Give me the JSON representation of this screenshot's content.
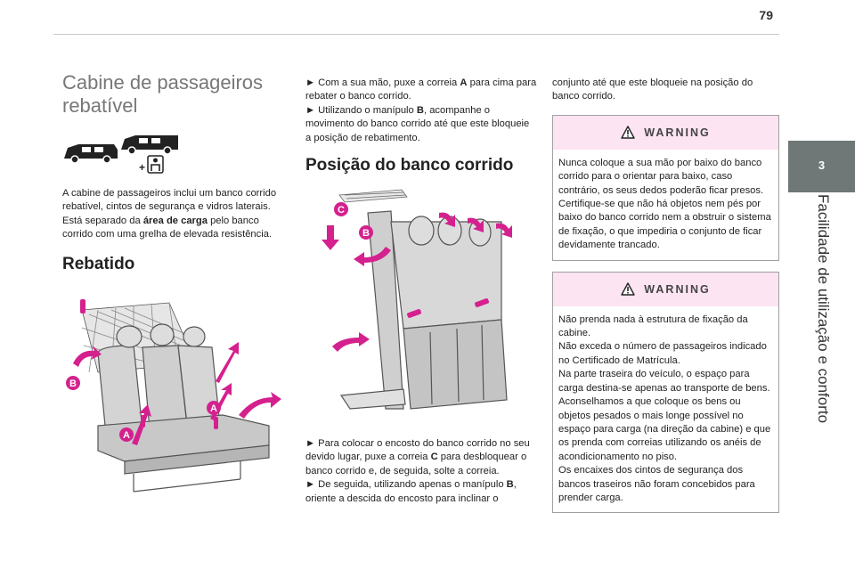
{
  "page": {
    "number": "79",
    "chapter_number": "3",
    "chapter_title": "Facilidade de utilização e conforto"
  },
  "left": {
    "title": "Cabine de passageiros rebatível",
    "intro_pre": "A cabine de passageiros inclui um banco corrido rebatível, cintos de segurança e vidros laterais. Está separado da ",
    "intro_bold": "área de carga",
    "intro_post": " pelo banco corrido com uma grelha de elevada resistência.",
    "heading_rebatido": "Rebatido",
    "figure_labels": {
      "a1": "A",
      "a2": "A",
      "b": "B"
    }
  },
  "middle": {
    "step1_pre": "► Com a sua mão, puxe a correia ",
    "step1_bold": "A",
    "step1_post": " para cima para rebater o banco corrido.",
    "step2_pre": "► Utilizando o manípulo ",
    "step2_bold": "B",
    "step2_post": ", acompanhe o movimento do banco corrido até que este bloqueie a posição de rebatimento.",
    "heading_posicao": "Posição do banco corrido",
    "figure_labels": {
      "b": "B",
      "c": "C"
    },
    "step3_pre": "► Para colocar o encosto do banco corrido no seu devido lugar, puxe a correia  ",
    "step3_bold": "C",
    "step3_post": " para desbloquear o banco corrido e, de seguida, solte a correia.",
    "step4_pre": "► De seguida, utilizando apenas o manípulo ",
    "step4_bold": "B",
    "step4_post": ", oriente a descida do encosto para inclinar o"
  },
  "right": {
    "continuation": "conjunto até que este bloqueie na posição do banco corrido.",
    "warning1": {
      "label": "WARNING",
      "line1": "Nunca coloque a sua mão por baixo do banco corrido para o orientar para baixo, caso contrário, os seus dedos poderão ficar presos.",
      "line2": "Certifique-se que não há objetos nem pés por baixo do banco corrido nem a obstruir o sistema de fixação, o que impediria o conjunto de ficar devidamente trancado."
    },
    "warning2": {
      "label": "WARNING",
      "line1": "Não prenda nada à estrutura de fixação da cabine.",
      "line2": "Não exceda o número de passageiros indicado no Certificado de Matrícula.",
      "line3": "Na parte traseira do veículo, o espaço para carga destina-se apenas ao transporte de bens.",
      "line4": "Aconselhamos a que coloque os bens ou objetos pesados o mais longe possível no espaço para carga (na direção da cabine) e que os prenda com correias utilizando os anéis de acondicionamento no piso.",
      "line5": "Os encaixes dos cintos de segurança dos bancos traseiros não foram concebidos para prender carga."
    }
  },
  "colors": {
    "accent_pink": "#d4218e",
    "warning_bg": "#fce4f2",
    "tab_gray": "#6f7777"
  }
}
